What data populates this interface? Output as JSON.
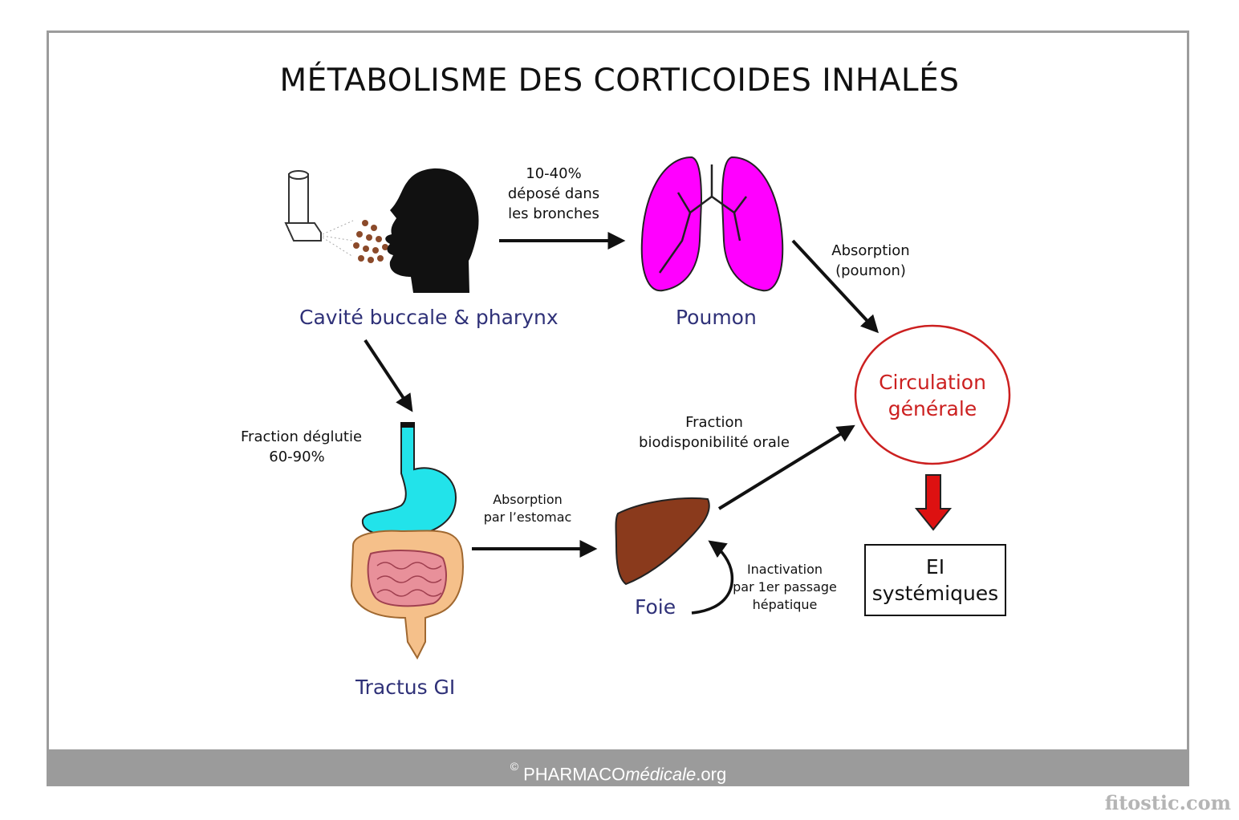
{
  "title": "MÉTABOLISME DES CORTICOIDES INHALÉS",
  "nodes": {
    "mouth": "Cavité buccale & pharynx",
    "lung": "Poumon",
    "circulation_line1": "Circulation",
    "circulation_line2": "générale",
    "gi": "Tractus GI",
    "liver": "Foie",
    "ei_line1": "EI",
    "ei_line2": "systémiques"
  },
  "edges": {
    "mouth_to_lung": [
      "10-40%",
      "déposé dans",
      "les bronches"
    ],
    "lung_to_circulation": [
      "Absorption",
      "(poumon)"
    ],
    "mouth_to_gi": [
      "Fraction déglutie",
      "60-90%"
    ],
    "gi_to_liver": [
      "Absorption",
      "par l’estomac"
    ],
    "liver_to_circulation": [
      "Fraction",
      "biodisponibilité orale"
    ],
    "liver_self": [
      "Inactivation",
      "par 1er passage",
      "hépatique"
    ]
  },
  "footer": {
    "copyright": "©",
    "brand": "PHARMACO",
    "brand_italic": "médicale",
    "suffix": ".org"
  },
  "watermark": "fitostic.com",
  "colors": {
    "node_label": "#2f3178",
    "circulation": "#cc2020",
    "lung": "#ff00ff",
    "stomach": "#22e3ea",
    "liver": "#8a3a1c",
    "intestine_outer": "#f5c08a",
    "intestine_inner": "#e8909a",
    "warning_arrow": "#dd1111"
  }
}
